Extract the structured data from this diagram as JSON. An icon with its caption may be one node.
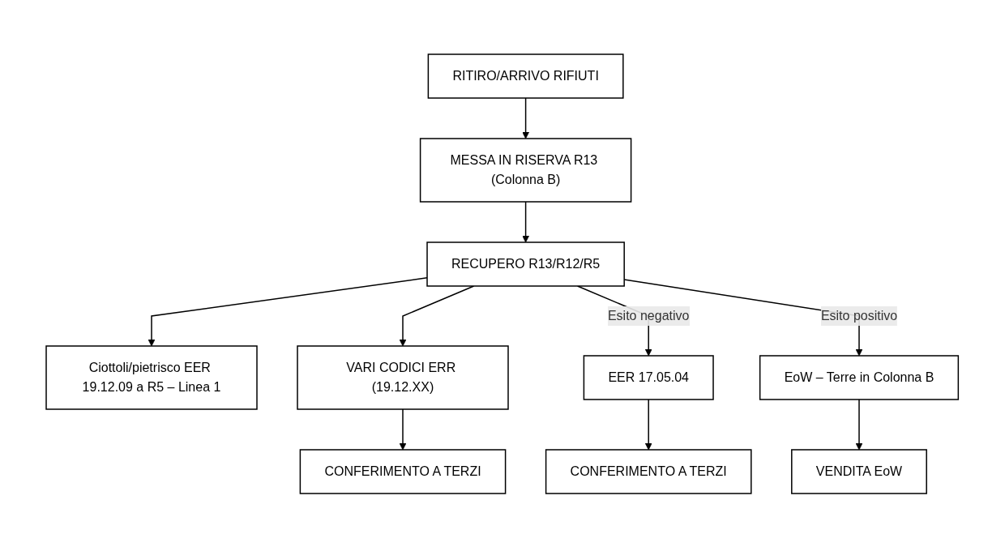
{
  "diagram": {
    "nodes": [
      {
        "text": [
          "RITIRO/ARRIVO RIFIUTI"
        ]
      },
      {
        "text": [
          "MESSA IN RISERVA R13 (Colonna B)"
        ]
      },
      {
        "text": [
          "Ciottoli/pietrisco EER 19.12.09 a R5 – Linea 1"
        ]
      },
      {
        "text": [
          "RECUPERO R13/R12/R5"
        ]
      },
      {
        "text": [
          "VARI CODICI ERR (19.12.XX)"
        ]
      },
      {
        "text": [
          "CONFERIMENTO A TERZI"
        ]
      },
      {
        "text": [
          "EER 17.05.04"
        ]
      },
      {
        "text": [
          "EoW – Terre in Colonna B"
        ]
      },
      {
        "text": [
          "CONFERIMENTO A TERZI"
        ]
      },
      {
        "text": [
          "VENDITA EoW"
        ]
      }
    ],
    "edges": [
      {
        "from": 0,
        "to": 1,
        "arrow": "to"
      },
      {
        "from": 1,
        "to": 3,
        "arrow": "to"
      },
      {
        "from": 3,
        "to": 2,
        "arrow": "to"
      },
      {
        "from": 3,
        "to": 4,
        "arrow": "to"
      },
      {
        "from": 4,
        "to": 5,
        "arrow": "to"
      },
      {
        "from": 3,
        "to": 6,
        "arrow": "to",
        "label": "Esito negativo"
      },
      {
        "from": 3,
        "to": 7,
        "arrow": "to",
        "label": "Esito positivo"
      },
      {
        "from": 6,
        "to": 8,
        "arrow": "to"
      },
      {
        "from": 7,
        "to": 9,
        "arrow": "to"
      }
    ]
  }
}
